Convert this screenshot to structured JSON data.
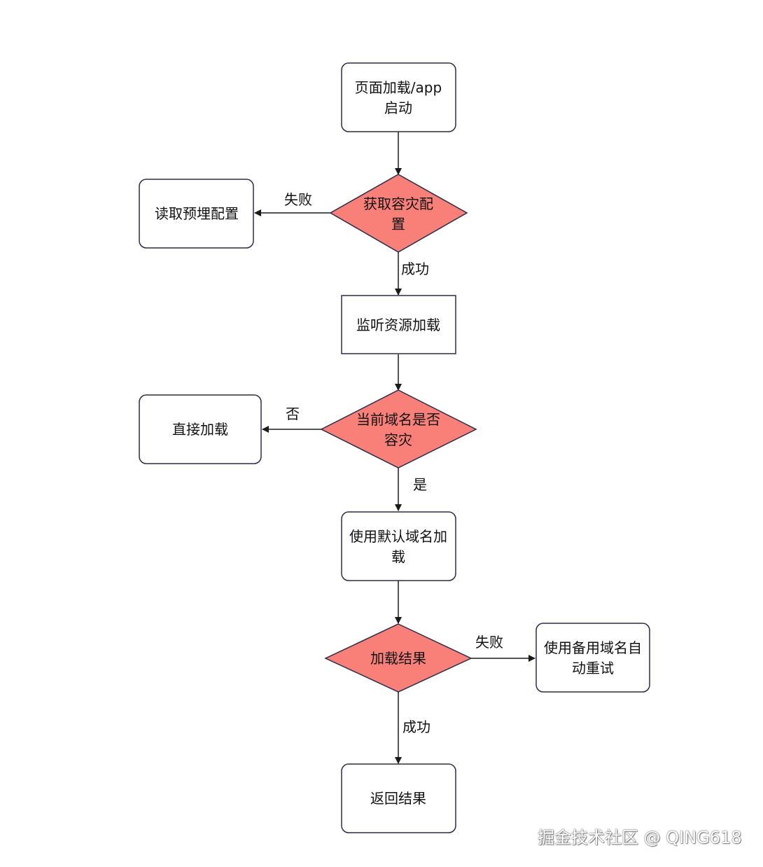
{
  "nodes": {
    "start": {
      "lines": [
        "页面加载/app",
        "启动"
      ]
    },
    "get_config": {
      "lines": [
        "获取容灾配",
        "置"
      ]
    },
    "read_preset": {
      "lines": [
        "读取预埋配置"
      ]
    },
    "listen_resource": {
      "lines": [
        "监听资源加载"
      ]
    },
    "is_disaster_domain": {
      "lines": [
        "当前域名是否",
        "容灾"
      ]
    },
    "direct_load": {
      "lines": [
        "直接加载"
      ]
    },
    "use_default_domain": {
      "lines": [
        "使用默认域名加",
        "载"
      ]
    },
    "load_result": {
      "lines": [
        "加载结果"
      ]
    },
    "retry_backup": {
      "lines": [
        "使用备用域名自",
        "动重试"
      ]
    },
    "return_result": {
      "lines": [
        "返回结果"
      ]
    }
  },
  "edges": {
    "config_fail": "失败",
    "config_success": "成功",
    "domain_no": "否",
    "domain_yes": "是",
    "load_fail": "失败",
    "load_success": "成功"
  },
  "watermark": "掘金技术社区 @ QING618",
  "colors": {
    "decision_fill": "#f88078",
    "box_stroke": "#2b2b4a",
    "edge": "#1a1a1a"
  }
}
